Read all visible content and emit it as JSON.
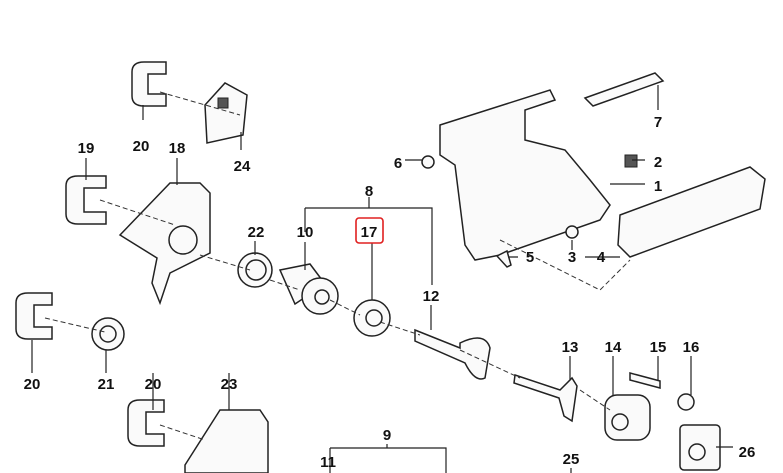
{
  "diagram": {
    "title": "Door handle / lock cylinder exploded parts diagram",
    "highlight_color": "#e02020",
    "highlighted_part": "17",
    "labels": {
      "p20a": "20",
      "p24": "24",
      "p7": "7",
      "p19": "19",
      "p18": "18",
      "p6": "6",
      "p2": "2",
      "p1": "1",
      "p8": "8",
      "p17": "17",
      "p10": "10",
      "p22": "22",
      "p4": "4",
      "p3": "3",
      "p5": "5",
      "p12": "12",
      "p20b": "20",
      "p21": "21",
      "p13": "13",
      "p14": "14",
      "p15": "15",
      "p16": "16",
      "p20c": "20",
      "p23": "23",
      "p9": "9",
      "p11": "11",
      "p25": "25",
      "p26": "26"
    }
  }
}
